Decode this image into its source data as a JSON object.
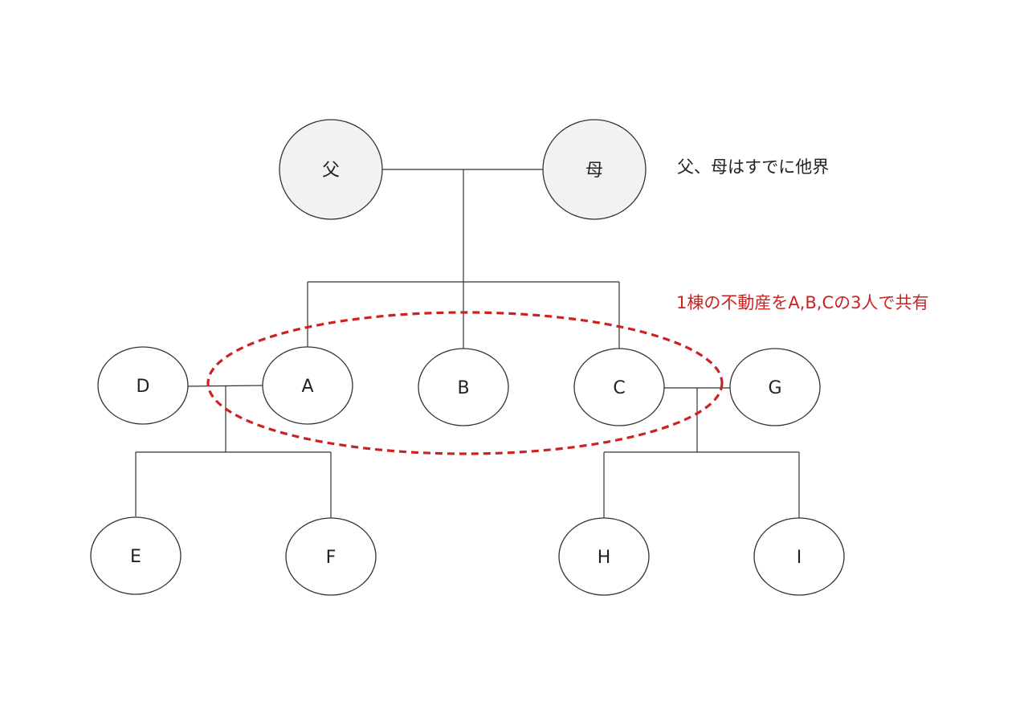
{
  "colors": {
    "line": "#333333",
    "deceased_fill": "#f2f2f2",
    "alive_fill": "#ffffff",
    "highlight": "#cc2222",
    "note_text": "#222222"
  },
  "nodes": {
    "father": {
      "label": "父",
      "status": "deceased"
    },
    "mother": {
      "label": "母",
      "status": "deceased"
    },
    "a": {
      "label": "A",
      "status": "alive"
    },
    "b": {
      "label": "B",
      "status": "alive"
    },
    "c": {
      "label": "C",
      "status": "alive"
    },
    "d": {
      "label": "D",
      "status": "alive"
    },
    "g": {
      "label": "G",
      "status": "alive"
    },
    "e": {
      "label": "E",
      "status": "alive"
    },
    "f": {
      "label": "F",
      "status": "alive"
    },
    "h": {
      "label": "H",
      "status": "alive"
    },
    "i": {
      "label": "I",
      "status": "alive"
    }
  },
  "notes": {
    "deceased": "父、母はすでに他界",
    "shared": "1棟の不動産をA,B,Cの3人で共有"
  }
}
